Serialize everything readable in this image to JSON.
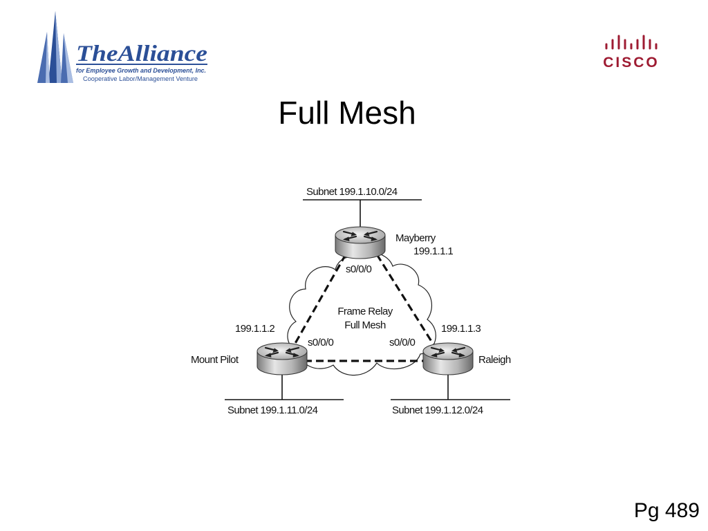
{
  "slide": {
    "title": "Full Mesh",
    "page_number": "Pg 489"
  },
  "logos": {
    "alliance": {
      "name": "TheAlliance",
      "tagline": "for Employee Growth and Development, Inc.",
      "subtitle": "Cooperative Labor/Management Venture",
      "color": "#2b4f97"
    },
    "cisco": {
      "name": "CISCO",
      "color": "#9e1b32"
    }
  },
  "diagram": {
    "cloud_label_line1": "Frame Relay",
    "cloud_label_line2": "Full Mesh",
    "routers": [
      {
        "name": "Mayberry",
        "ip": "199.1.1.1",
        "interface": "s0/0/0",
        "subnet": "Subnet 199.1.10.0/24"
      },
      {
        "name": "Mount Pilot",
        "ip": "199.1.1.2",
        "interface": "s0/0/0",
        "subnet": "Subnet 199.1.11.0/24"
      },
      {
        "name": "Raleigh",
        "ip": "199.1.1.3",
        "interface": "s0/0/0",
        "subnet": "Subnet 199.1.12.0/24"
      }
    ]
  }
}
